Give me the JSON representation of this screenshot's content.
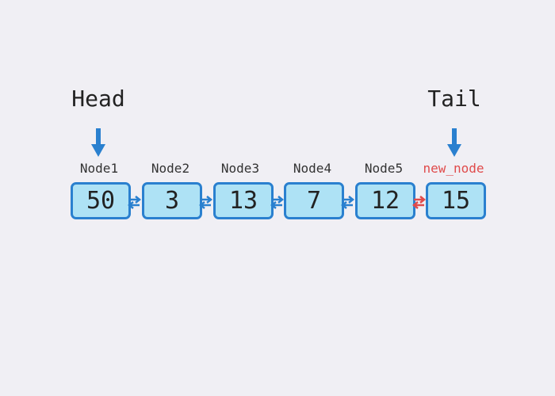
{
  "pointers": {
    "head": "Head",
    "tail": "Tail"
  },
  "nodes": [
    {
      "name": "Node1",
      "value": "50",
      "is_new": false
    },
    {
      "name": "Node2",
      "value": "3",
      "is_new": false
    },
    {
      "name": "Node3",
      "value": "13",
      "is_new": false
    },
    {
      "name": "Node4",
      "value": "7",
      "is_new": false
    },
    {
      "name": "Node5",
      "value": "12",
      "is_new": false
    },
    {
      "name": "new_node",
      "value": "15",
      "is_new": true
    }
  ],
  "colors": {
    "background": "#f0eff4",
    "node_fill": "#aee2f5",
    "node_border": "#2a80cf",
    "link": "#2a80cf",
    "new_link": "#e04b4b",
    "new_label": "#e04b4b"
  }
}
